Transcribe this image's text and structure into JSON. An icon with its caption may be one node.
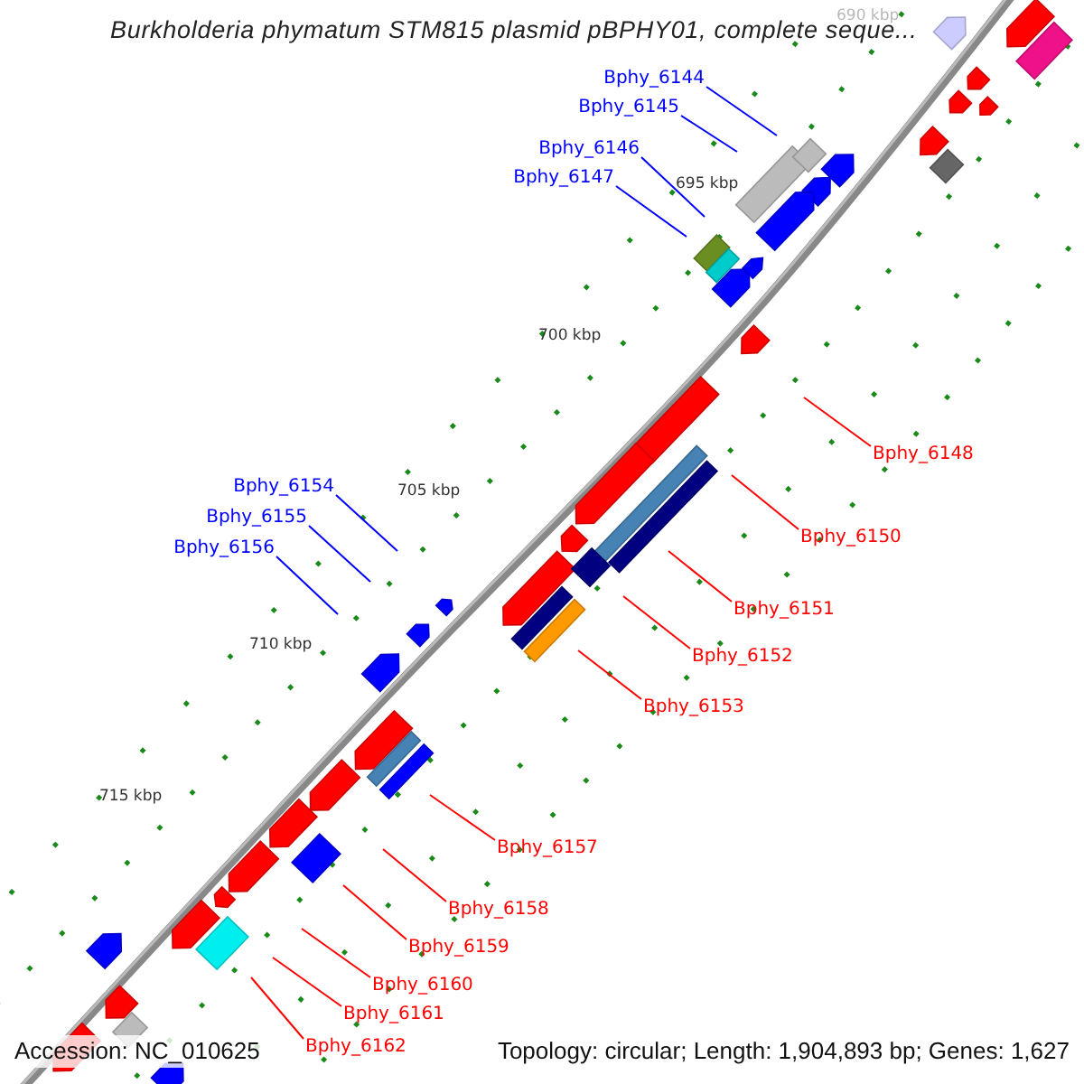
{
  "diagram": {
    "title": "Burkholderia phymatum STM815 plasmid pBPHY01, complete seque...",
    "nodes": [
      {
        "text": [
          "Bphy_6144"
        ]
      },
      {
        "text": [
          "Bphy_6145"
        ]
      },
      {
        "text": [
          "Bphy_6146"
        ]
      },
      {
        "text": [
          "Bphy_6147"
        ]
      },
      {
        "text": [
          "Bphy_6148"
        ]
      },
      {
        "text": [
          "Bphy_6154"
        ]
      },
      {
        "text": [
          "Bphy_6155"
        ]
      },
      {
        "text": [
          "Bphy_6150"
        ]
      },
      {
        "text": [
          "Bphy_6156"
        ]
      },
      {
        "text": [
          "Bphy_6151"
        ]
      },
      {
        "text": [
          "Bphy_6152"
        ]
      },
      {
        "text": [
          "Bphy_6153"
        ]
      },
      {
        "text": [
          "Bphy_6157"
        ]
      },
      {
        "text": [
          "Bphy_6158"
        ]
      },
      {
        "text": [
          "Bphy_6159"
        ]
      },
      {
        "text": [
          "Bphy_6160"
        ]
      },
      {
        "text": [
          "Bphy_6161"
        ]
      },
      {
        "text": [
          "Bphy_6162"
        ]
      }
    ],
    "edges": [
      {
        "from": 0,
        "to": null,
        "arrow": "none",
        "color": "#0000ff"
      },
      {
        "from": 1,
        "to": null,
        "arrow": "none",
        "color": "#0000ff"
      },
      {
        "from": 2,
        "to": null,
        "arrow": "none",
        "color": "#0000ff"
      },
      {
        "from": 3,
        "to": null,
        "arrow": "none",
        "color": "#0000ff"
      },
      {
        "from": 4,
        "to": null,
        "arrow": "none",
        "color": "#ff0000"
      },
      {
        "from": 5,
        "to": null,
        "arrow": "none",
        "color": "#0000ff"
      },
      {
        "from": 6,
        "to": null,
        "arrow": "none",
        "color": "#0000ff"
      },
      {
        "from": 7,
        "to": null,
        "arrow": "none",
        "color": "#ff0000"
      },
      {
        "from": 8,
        "to": null,
        "arrow": "none",
        "color": "#0000ff"
      },
      {
        "from": 9,
        "to": null,
        "arrow": "none",
        "color": "#ff0000"
      },
      {
        "from": 10,
        "to": null,
        "arrow": "none",
        "color": "#ff0000"
      },
      {
        "from": 11,
        "to": null,
        "arrow": "none",
        "color": "#ff0000"
      },
      {
        "from": 12,
        "to": null,
        "arrow": "none",
        "color": "#ff0000"
      },
      {
        "from": 13,
        "to": null,
        "arrow": "none",
        "color": "#ff0000"
      },
      {
        "from": 14,
        "to": null,
        "arrow": "none",
        "color": "#ff0000"
      },
      {
        "from": 15,
        "to": null,
        "arrow": "none",
        "color": "#ff0000"
      },
      {
        "from": 16,
        "to": null,
        "arrow": "none",
        "color": "#ff0000"
      },
      {
        "from": 17,
        "to": null,
        "arrow": "none",
        "color": "#ff0000"
      }
    ],
    "labels": [
      "690 kbp",
      "695 kbp",
      "700 kbp",
      "705 kbp",
      "710 kbp",
      "715 kbp",
      "Accession: NC_010625",
      "Topology: circular; Length: 1,904,893 bp; Genes: 1,627"
    ]
  }
}
